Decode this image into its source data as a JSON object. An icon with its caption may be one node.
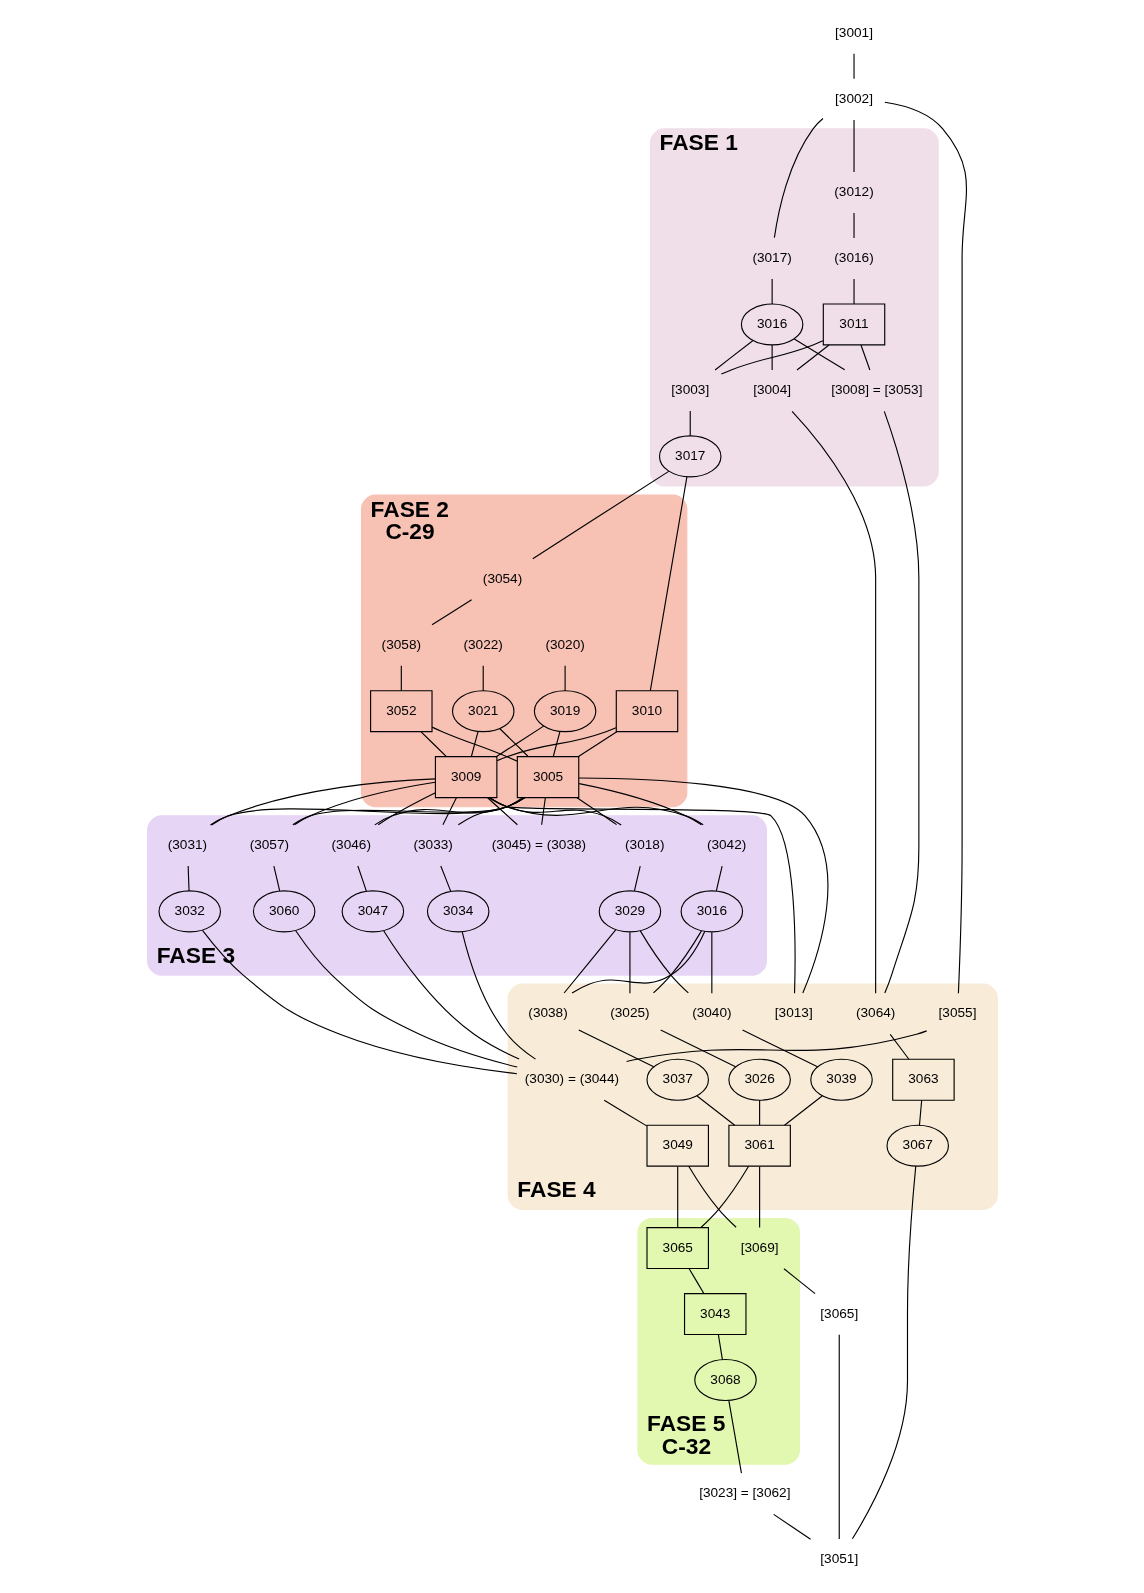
{
  "diagram": {
    "nodes": [
      {
        "text": [
          "[3001]"
        ]
      },
      {
        "text": [
          "[3002]"
        ]
      },
      {
        "text": [
          "FASE 1"
        ]
      },
      {
        "text": [
          "(3012)"
        ],
        "in": 2
      },
      {
        "text": [
          "(3017)"
        ],
        "in": 2
      },
      {
        "text": [
          "(3016)"
        ],
        "in": 2
      },
      {
        "text": [
          "3016"
        ],
        "in": 2
      },
      {
        "text": [
          "3011"
        ],
        "in": 2
      },
      {
        "text": [
          "[3004]"
        ],
        "in": 2
      },
      {
        "text": [
          "[3003]"
        ],
        "in": 2
      },
      {
        "text": [
          "[3008] = [3053]"
        ],
        "in": 2
      },
      {
        "text": [
          "3017"
        ],
        "in": 2
      },
      {
        "text": [
          "FASE 2",
          "C-29"
        ]
      },
      {
        "text": [
          "(3020)"
        ],
        "in": 12
      },
      {
        "text": [
          "(3022)"
        ],
        "in": 12
      },
      {
        "text": [
          "(3054)"
        ],
        "in": 12
      },
      {
        "text": [
          "3019"
        ],
        "in": 12
      },
      {
        "text": [
          "3021"
        ],
        "in": 12
      },
      {
        "text": [
          "(3058)"
        ],
        "in": 12
      },
      {
        "text": [
          "3010"
        ],
        "in": 12
      },
      {
        "text": [
          "3052"
        ],
        "in": 12
      },
      {
        "text": [
          "3005"
        ],
        "in": 12
      },
      {
        "text": [
          "3009"
        ],
        "in": 12
      },
      {
        "text": [
          "FASE 3"
        ]
      },
      {
        "text": [
          "(3042)"
        ],
        "in": 23
      },
      {
        "text": [
          "(3018)"
        ],
        "in": 23
      },
      {
        "text": [
          "(3033)"
        ],
        "in": 23
      },
      {
        "text": [
          "(3031)"
        ],
        "in": 23
      },
      {
        "text": [
          "(3046)"
        ],
        "in": 23
      },
      {
        "text": [
          "(3057)"
        ],
        "in": 23
      },
      {
        "text": [
          "(3045) = (3038)"
        ],
        "in": 23
      },
      {
        "text": [
          "3016"
        ],
        "in": 23
      },
      {
        "text": [
          "3029"
        ],
        "in": 23
      },
      {
        "text": [
          "3034"
        ],
        "in": 23
      },
      {
        "text": [
          "3032"
        ],
        "in": 23
      },
      {
        "text": [
          "3047"
        ],
        "in": 23
      },
      {
        "text": [
          "3060"
        ],
        "in": 23
      },
      {
        "text": [
          "FASE 4"
        ]
      },
      {
        "text": [
          "(3064)"
        ],
        "in": 37
      },
      {
        "text": [
          "(3025)"
        ],
        "in": 37
      },
      {
        "text": [
          "(3038)"
        ],
        "in": 37
      },
      {
        "text": [
          "(3040)"
        ],
        "in": 37
      },
      {
        "text": [
          "[3013]"
        ],
        "in": 37
      },
      {
        "text": [
          "3063"
        ],
        "in": 37
      },
      {
        "text": [
          "3026"
        ],
        "in": 37
      },
      {
        "text": [
          "3037"
        ],
        "in": 37
      },
      {
        "text": [
          "3039"
        ],
        "in": 37
      },
      {
        "text": [
          "[3055]"
        ],
        "in": 37
      },
      {
        "text": [
          "3067"
        ],
        "in": 37
      },
      {
        "text": [
          "(3030) = (3044)"
        ],
        "in": 37
      },
      {
        "text": [
          "3061"
        ],
        "in": 37
      },
      {
        "text": [
          "3049"
        ],
        "in": 37
      },
      {
        "text": [
          "FASE 5",
          "C-32"
        ]
      },
      {
        "text": [
          "[3069]"
        ],
        "in": 52
      },
      {
        "text": [
          "3065"
        ],
        "in": 52
      },
      {
        "text": [
          "3043"
        ],
        "in": 52
      },
      {
        "text": [
          "3068"
        ],
        "in": 52
      },
      {
        "text": [
          "[3023] = [3062]"
        ]
      },
      {
        "text": [
          "[3065]"
        ]
      },
      {
        "text": [
          "[3051]"
        ]
      }
    ],
    "edges": [
      {
        "from": 0,
        "to": 1,
        "arrow": "none"
      },
      {
        "from": 1,
        "to": 4,
        "arrow": "none"
      },
      {
        "from": 1,
        "to": 3,
        "arrow": "none"
      },
      {
        "from": 1,
        "to": 47,
        "arrow": "none"
      },
      {
        "from": 3,
        "to": 5,
        "arrow": "none"
      },
      {
        "from": 4,
        "to": 6,
        "arrow": "none"
      },
      {
        "from": 5,
        "to": 7,
        "arrow": "none"
      },
      {
        "from": 6,
        "to": 8,
        "arrow": "none"
      },
      {
        "from": 6,
        "to": 9,
        "arrow": "none"
      },
      {
        "from": 6,
        "to": 10,
        "arrow": "none"
      },
      {
        "from": 7,
        "to": 8,
        "arrow": "none"
      },
      {
        "from": 7,
        "to": 9,
        "arrow": "none"
      },
      {
        "from": 7,
        "to": 10,
        "arrow": "none"
      },
      {
        "from": 8,
        "to": 38,
        "arrow": "none"
      },
      {
        "from": 10,
        "to": 38,
        "arrow": "none"
      },
      {
        "from": 9,
        "to": 11,
        "arrow": "none"
      },
      {
        "from": 11,
        "to": 19,
        "arrow": "none"
      },
      {
        "from": 11,
        "to": 15,
        "arrow": "none"
      },
      {
        "from": 15,
        "to": 18,
        "arrow": "none"
      },
      {
        "from": 18,
        "to": 20,
        "arrow": "none"
      },
      {
        "from": 13,
        "to": 16,
        "arrow": "none"
      },
      {
        "from": 14,
        "to": 17,
        "arrow": "none"
      },
      {
        "from": 16,
        "to": 21,
        "arrow": "none"
      },
      {
        "from": 16,
        "to": 22,
        "arrow": "none"
      },
      {
        "from": 17,
        "to": 21,
        "arrow": "none"
      },
      {
        "from": 17,
        "to": 22,
        "arrow": "none"
      },
      {
        "from": 19,
        "to": 21,
        "arrow": "none"
      },
      {
        "from": 19,
        "to": 22,
        "arrow": "none"
      },
      {
        "from": 20,
        "to": 21,
        "arrow": "none"
      },
      {
        "from": 20,
        "to": 22,
        "arrow": "none"
      },
      {
        "from": 21,
        "to": 30,
        "arrow": "none"
      },
      {
        "from": 21,
        "to": 24,
        "arrow": "none"
      },
      {
        "from": 21,
        "to": 25,
        "arrow": "none"
      },
      {
        "from": 21,
        "to": 26,
        "arrow": "none"
      },
      {
        "from": 21,
        "to": 27,
        "arrow": "none"
      },
      {
        "from": 21,
        "to": 28,
        "arrow": "none"
      },
      {
        "from": 21,
        "to": 29,
        "arrow": "none"
      },
      {
        "from": 21,
        "to": 42,
        "arrow": "none"
      },
      {
        "from": 22,
        "to": 30,
        "arrow": "none"
      },
      {
        "from": 22,
        "to": 24,
        "arrow": "none"
      },
      {
        "from": 22,
        "to": 25,
        "arrow": "none"
      },
      {
        "from": 22,
        "to": 26,
        "arrow": "none"
      },
      {
        "from": 22,
        "to": 27,
        "arrow": "none"
      },
      {
        "from": 22,
        "to": 28,
        "arrow": "none"
      },
      {
        "from": 22,
        "to": 29,
        "arrow": "none"
      },
      {
        "from": 22,
        "to": 42,
        "arrow": "none"
      },
      {
        "from": 24,
        "to": 31,
        "arrow": "none"
      },
      {
        "from": 25,
        "to": 32,
        "arrow": "none"
      },
      {
        "from": 26,
        "to": 33,
        "arrow": "none"
      },
      {
        "from": 27,
        "to": 34,
        "arrow": "none"
      },
      {
        "from": 28,
        "to": 35,
        "arrow": "none"
      },
      {
        "from": 29,
        "to": 36,
        "arrow": "none"
      },
      {
        "from": 31,
        "to": 39,
        "arrow": "none"
      },
      {
        "from": 31,
        "to": 40,
        "arrow": "none"
      },
      {
        "from": 31,
        "to": 41,
        "arrow": "none"
      },
      {
        "from": 32,
        "to": 39,
        "arrow": "none"
      },
      {
        "from": 32,
        "to": 40,
        "arrow": "none"
      },
      {
        "from": 32,
        "to": 41,
        "arrow": "none"
      },
      {
        "from": 33,
        "to": 49,
        "arrow": "none"
      },
      {
        "from": 34,
        "to": 49,
        "arrow": "none"
      },
      {
        "from": 35,
        "to": 49,
        "arrow": "none"
      },
      {
        "from": 36,
        "to": 49,
        "arrow": "none"
      },
      {
        "from": 47,
        "to": 49,
        "arrow": "none"
      },
      {
        "from": 38,
        "to": 43,
        "arrow": "none"
      },
      {
        "from": 43,
        "to": 48,
        "arrow": "none"
      },
      {
        "from": 39,
        "to": 44,
        "arrow": "none"
      },
      {
        "from": 40,
        "to": 45,
        "arrow": "none"
      },
      {
        "from": 41,
        "to": 46,
        "arrow": "none"
      },
      {
        "from": 44,
        "to": 50,
        "arrow": "none"
      },
      {
        "from": 45,
        "to": 50,
        "arrow": "none"
      },
      {
        "from": 46,
        "to": 50,
        "arrow": "none"
      },
      {
        "from": 49,
        "to": 51,
        "arrow": "none"
      },
      {
        "from": 50,
        "to": 54,
        "arrow": "none"
      },
      {
        "from": 50,
        "to": 53,
        "arrow": "none"
      },
      {
        "from": 51,
        "to": 54,
        "arrow": "none"
      },
      {
        "from": 51,
        "to": 53,
        "arrow": "none"
      },
      {
        "from": 54,
        "to": 55,
        "arrow": "none"
      },
      {
        "from": 55,
        "to": 56,
        "arrow": "none"
      },
      {
        "from": 56,
        "to": 57,
        "arrow": "none"
      },
      {
        "from": 53,
        "to": 58,
        "arrow": "none"
      },
      {
        "from": 48,
        "to": 59,
        "arrow": "none"
      },
      {
        "from": 57,
        "to": 59,
        "arrow": "none"
      },
      {
        "from": 58,
        "to": 59,
        "arrow": "none"
      }
    ]
  }
}
